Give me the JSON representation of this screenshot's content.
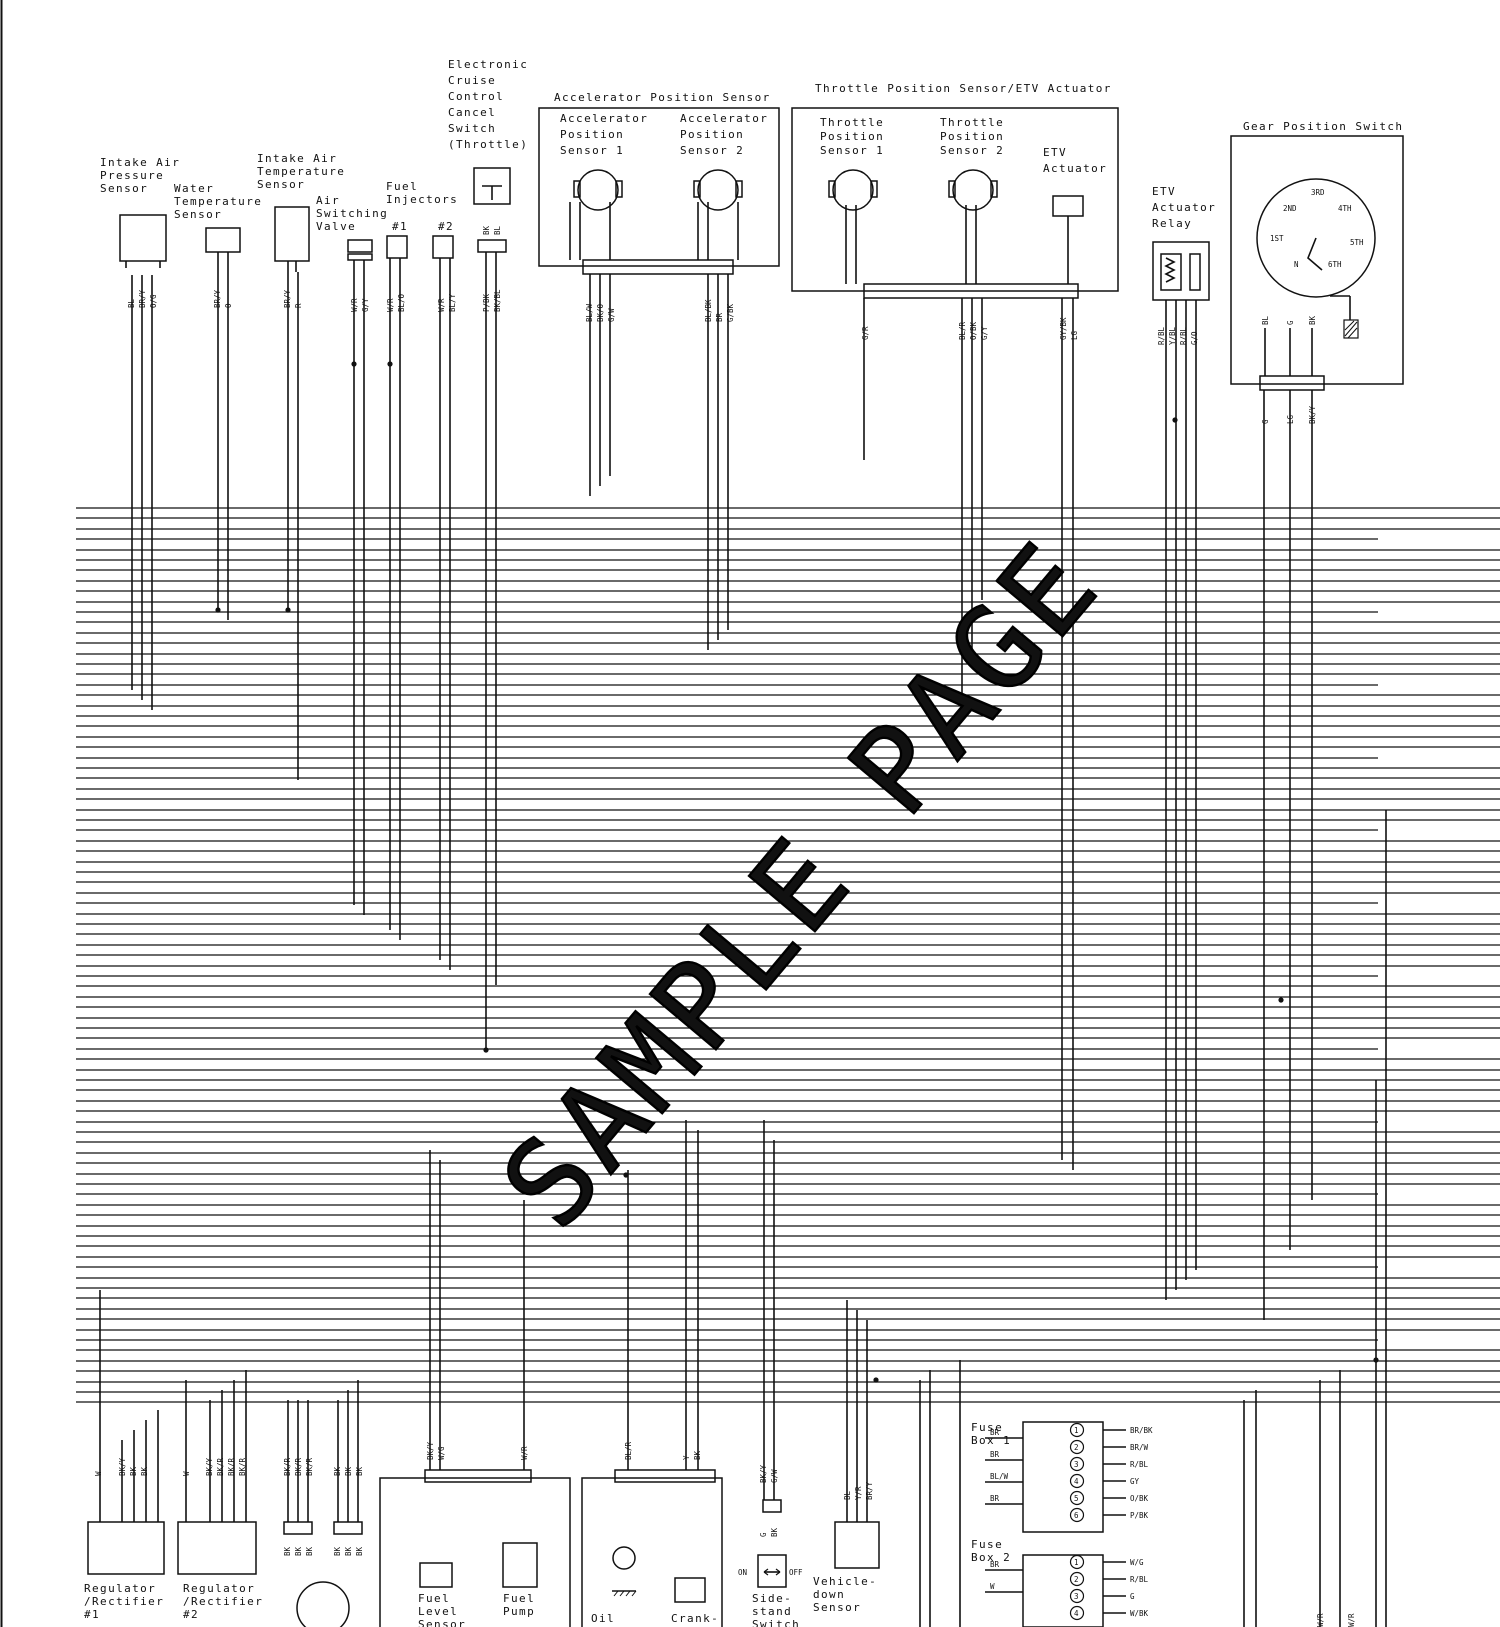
{
  "components": {
    "iaps": "Intake Air Pressure Sensor",
    "water_temp": "Water Temperature Sensor",
    "iats": "Intake Air Temperature Sensor",
    "air_switching": "Air Switching Valve",
    "fuel_injectors": "Fuel Injectors",
    "inj1": "#1",
    "inj2": "#2",
    "cruise_cancel": "Electronic Cruise Control Cancel Switch (Throttle)",
    "aps": "Accelerator Position Sensor",
    "aps1": "Accelerator Position Sensor 1",
    "aps2": "Accelerator Position Sensor 2",
    "tps_etv": "Throttle Position Sensor/ETV Actuator",
    "tps1": "Throttle Position Sensor 1",
    "tps2": "Throttle Position Sensor 2",
    "etv_actuator": "ETV Actuator",
    "etv_relay": "ETV Actuator Relay",
    "gear_switch": "Gear Position Switch",
    "reg1": "Regulator /Rectifier #1",
    "reg2": "Regulator /Rectifier #2",
    "fuel_level": "Fuel Level Sensor",
    "fuel_pump": "Fuel Pump",
    "oil": "Oil",
    "crank": "Crank-",
    "sidestand": "Side- stand Switch",
    "vehicle_down": "Vehicle- down Sensor",
    "fuse_box1": "Fuse Box 1",
    "fuse_box2": "Fuse Box 2"
  },
  "gear_positions": [
    "3RD",
    "2ND",
    "4TH",
    "1ST",
    "5TH",
    "N",
    "6TH"
  ],
  "wire_labels": {
    "iaps": [
      "BL",
      "BR/Y",
      "O/G"
    ],
    "water_temp": [
      "BR/Y",
      "O"
    ],
    "iats": [
      "BR/Y",
      "R"
    ],
    "air_switching": [
      "W/R",
      "G/Y"
    ],
    "inj1": [
      "W/R",
      "BL/O"
    ],
    "inj2": [
      "W/R",
      "BL/Y"
    ],
    "cruise_cancel_top": [
      "BK",
      "BL"
    ],
    "cruise_cancel": [
      "P/BK",
      "BK/BL"
    ],
    "aps1": [
      "BL/W",
      "BK/O",
      "G/W"
    ],
    "aps2": [
      "BL/BK",
      "BR",
      "G/BK"
    ],
    "tps1": [
      "G/R"
    ],
    "tps2": [
      "BL/R",
      "O/BK",
      "G/Y"
    ],
    "etv": [
      "GY/BK",
      "LG"
    ],
    "etv_relay": [
      "R/BL",
      "Y/BL",
      "R/BL",
      "G/O"
    ],
    "gear": [
      "BL",
      "G",
      "BK"
    ],
    "gear_lower": [
      "G",
      "LG",
      "BK/Y"
    ],
    "reg1": [
      "W",
      "BK/Y",
      "BK",
      "BK"
    ],
    "reg2": [
      "W",
      "BK/Y",
      "BK/R",
      "BK/R",
      "BK/R"
    ],
    "alternator_a": [
      "BK/R",
      "BK/R",
      "BK/R"
    ],
    "alternator_b": [
      "BK",
      "BK",
      "BK"
    ],
    "alternator_c": [
      "BK",
      "BK",
      "BK"
    ],
    "alternator_d": [
      "BK",
      "BK",
      "BK"
    ],
    "fuel": [
      "BK/Y",
      "W/G"
    ],
    "fuel_pump": [
      "W/R"
    ],
    "oil": [
      "BL/R"
    ],
    "crank": [
      "Y",
      "BK"
    ],
    "sidestand_top": [
      "BK/Y",
      "G/W"
    ],
    "sidestand_mid": [
      "G",
      "BK"
    ],
    "vehicle_down": [
      "BL",
      "Y/R",
      "BR/Y"
    ],
    "fuse1_left": [
      "BR",
      "BR",
      "BL/W",
      "BR"
    ],
    "fuse1_right": [
      "BR/BK",
      "BR/W",
      "R/BL",
      "GY",
      "O/BK",
      "P/BK"
    ],
    "fuse2_left": [
      "BR",
      "W"
    ],
    "fuse2_right": [
      "W/G",
      "R/BL",
      "G",
      "W/BK"
    ],
    "right_edge": [
      "W/R",
      "W/R"
    ]
  },
  "fuse_numbers": [
    "1",
    "2",
    "3",
    "4",
    "5",
    "6"
  ],
  "sidestand_states": {
    "on": "ON",
    "off": "OFF"
  },
  "watermark": "SAMPLE PAGE"
}
